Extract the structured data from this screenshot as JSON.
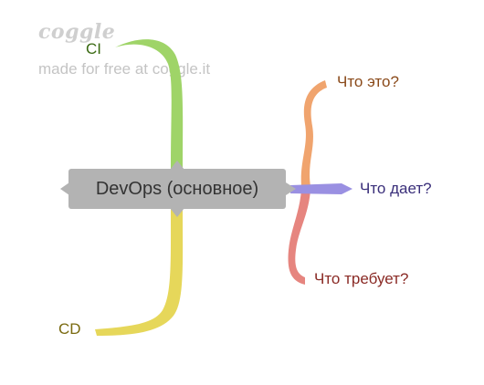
{
  "watermark": {
    "logo": "coggle",
    "text": "made for free at coggle.it"
  },
  "center": {
    "label": "DevOps (основное)",
    "color": "#b3b3b3"
  },
  "branches": {
    "ci": {
      "label": "CI",
      "color": "#9fd468",
      "text_color": "#3a6a12"
    },
    "cd": {
      "label": "CD",
      "color": "#e6d75a",
      "text_color": "#7a6a10"
    },
    "what": {
      "label": "Что это?",
      "color": "#f0a46e",
      "text_color": "#8a4a1a"
    },
    "gives": {
      "label": "Что дает?",
      "color": "#9a90e2",
      "text_color": "#3a2f7a"
    },
    "requires": {
      "label": "Что требует?",
      "color": "#e6857f",
      "text_color": "#8a2a25"
    }
  }
}
